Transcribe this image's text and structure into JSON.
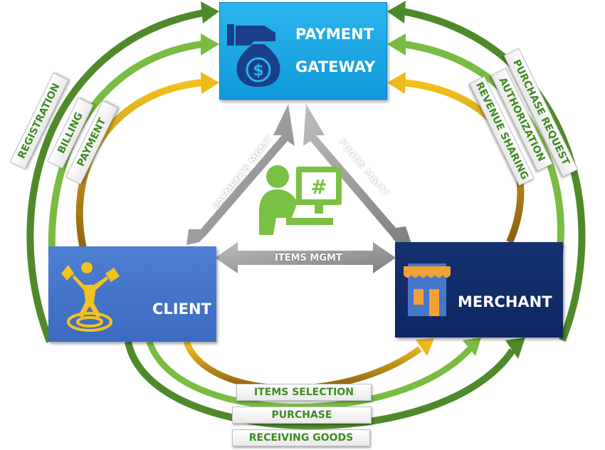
{
  "nodes": {
    "gateway": {
      "line1": "PAYMENT",
      "line2": "GATEWAY"
    },
    "client": {
      "label": "CLIENT"
    },
    "merchant": {
      "label": "MERCHANT"
    }
  },
  "client_to_gateway": [
    "REGISTRATION",
    "BILLING",
    "PAYMENT"
  ],
  "merchant_to_gateway": [
    "PURCHASE REQUEST",
    "AUTHORIZATION",
    "REVENUE SHARING"
  ],
  "client_to_merchant": [
    "ITEMS SELECTION",
    "PURCHASE",
    "RECEIVING GOODS"
  ],
  "management": {
    "payments": "PAYMENTS MGMT",
    "funds": "FUNDS MGMT",
    "items": "ITEMS MGMT"
  },
  "colors": {
    "green_dark": "#4a8a2a",
    "green_light": "#76bf3f",
    "gold": "#e8a912",
    "gateway": "#1aa6e4",
    "client": "#4677cb",
    "merchant": "#11296a",
    "gray_arrow": "#9a9a9a"
  },
  "icons": [
    "money-bag-hand-icon",
    "dancing-person-icon",
    "store-front-icon",
    "user-computer-icon"
  ]
}
